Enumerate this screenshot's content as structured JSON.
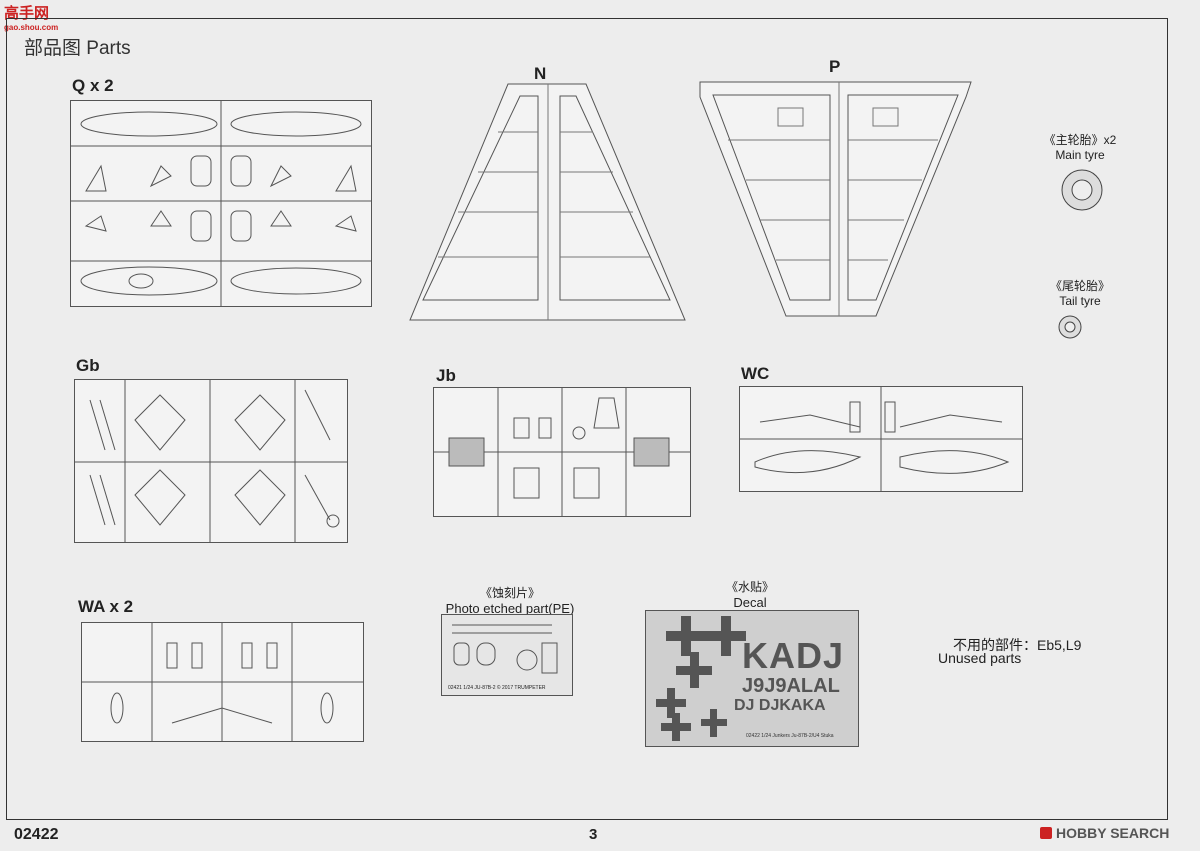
{
  "watermark_top": {
    "text1": "高手网",
    "text2": "gao.shou.com"
  },
  "page": {
    "title": "部品图 Parts",
    "code": "02422",
    "number": "3"
  },
  "parts": {
    "q": "Q x 2",
    "n": "N",
    "p": "P",
    "gb": "Gb",
    "jb": "Jb",
    "wc": "WC",
    "wa": "WA x 2"
  },
  "tyres": {
    "main_cn": "《主轮胎》x2",
    "main_en": "Main tyre",
    "tail_cn": "《尾轮胎》",
    "tail_en": "Tail tyre"
  },
  "pe": {
    "cn": "《蚀刻片》",
    "en": "Photo etched part(PE)",
    "strip": "02421   1/24   JU-87B-2   © 2017   TRUMPETER"
  },
  "decal": {
    "cn": "《水贴》",
    "en": "Decal",
    "big": "KADJ",
    "row2": "J9J9ALAL",
    "row3": "DJ DJKAKA",
    "footer": "02422 1/24 Junkers Ju-87B-2/U4 Stuka"
  },
  "unused": {
    "cn": "不用的部件：Eb5,L9",
    "en": "Unused parts"
  },
  "brand": {
    "logo": "HOBBY SEARCH"
  }
}
